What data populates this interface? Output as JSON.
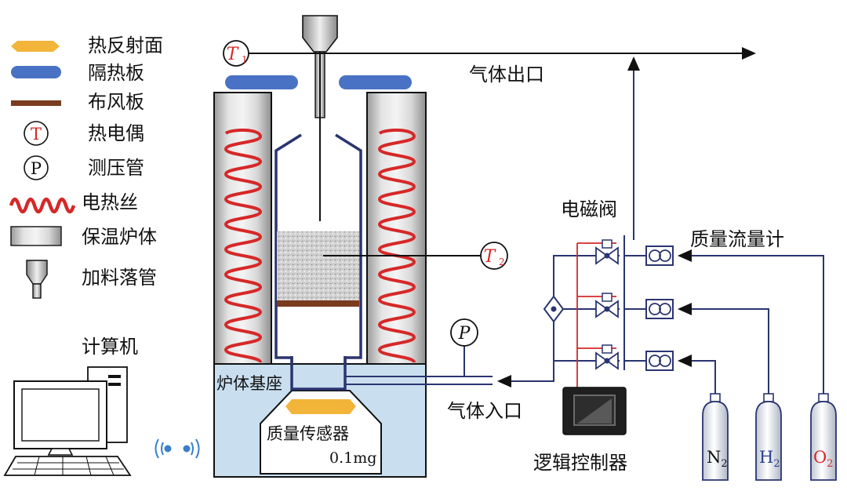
{
  "legend": {
    "items": [
      {
        "label": "热反射面",
        "icon": "heat-reflector-icon"
      },
      {
        "label": "隔热板",
        "icon": "insulation-plate-icon"
      },
      {
        "label": "布风板",
        "icon": "air-distributor-icon"
      },
      {
        "label": "热电偶",
        "icon": "thermocouple-icon",
        "symbol": "T"
      },
      {
        "label": "测压管",
        "icon": "pressure-tube-icon",
        "symbol": "P"
      },
      {
        "label": "电热丝",
        "icon": "heating-wire-icon"
      },
      {
        "label": "保温炉体",
        "icon": "insulated-furnace-icon"
      },
      {
        "label": "加料落管",
        "icon": "feed-tube-icon"
      }
    ]
  },
  "labels": {
    "computer": "计算机",
    "gas_outlet": "气体出口",
    "gas_inlet": "气体入口",
    "solenoid_valve": "电磁阀",
    "mass_flow_meter": "质量流量计",
    "logic_controller": "逻辑控制器",
    "furnace_base": "炉体基座",
    "mass_sensor": "质量传感器",
    "sensor_precision": "0.1mg"
  },
  "sensors": {
    "t1": {
      "main": "T",
      "sub": "1"
    },
    "t2": {
      "main": "T",
      "sub": "2"
    },
    "p": "P"
  },
  "gases": [
    {
      "main": "N",
      "sub": "2",
      "color": "#111111"
    },
    {
      "main": "H",
      "sub": "2",
      "color": "#2c3e8f"
    },
    {
      "main": "O",
      "sub": "2",
      "color": "#d62828"
    }
  ],
  "colors": {
    "reflector": "#f2b53a",
    "insulation": "#4a72c4",
    "distributor": "#7a3b1f",
    "coil": "#d62828",
    "line": "#2a3570",
    "base": "#c9dff0"
  }
}
